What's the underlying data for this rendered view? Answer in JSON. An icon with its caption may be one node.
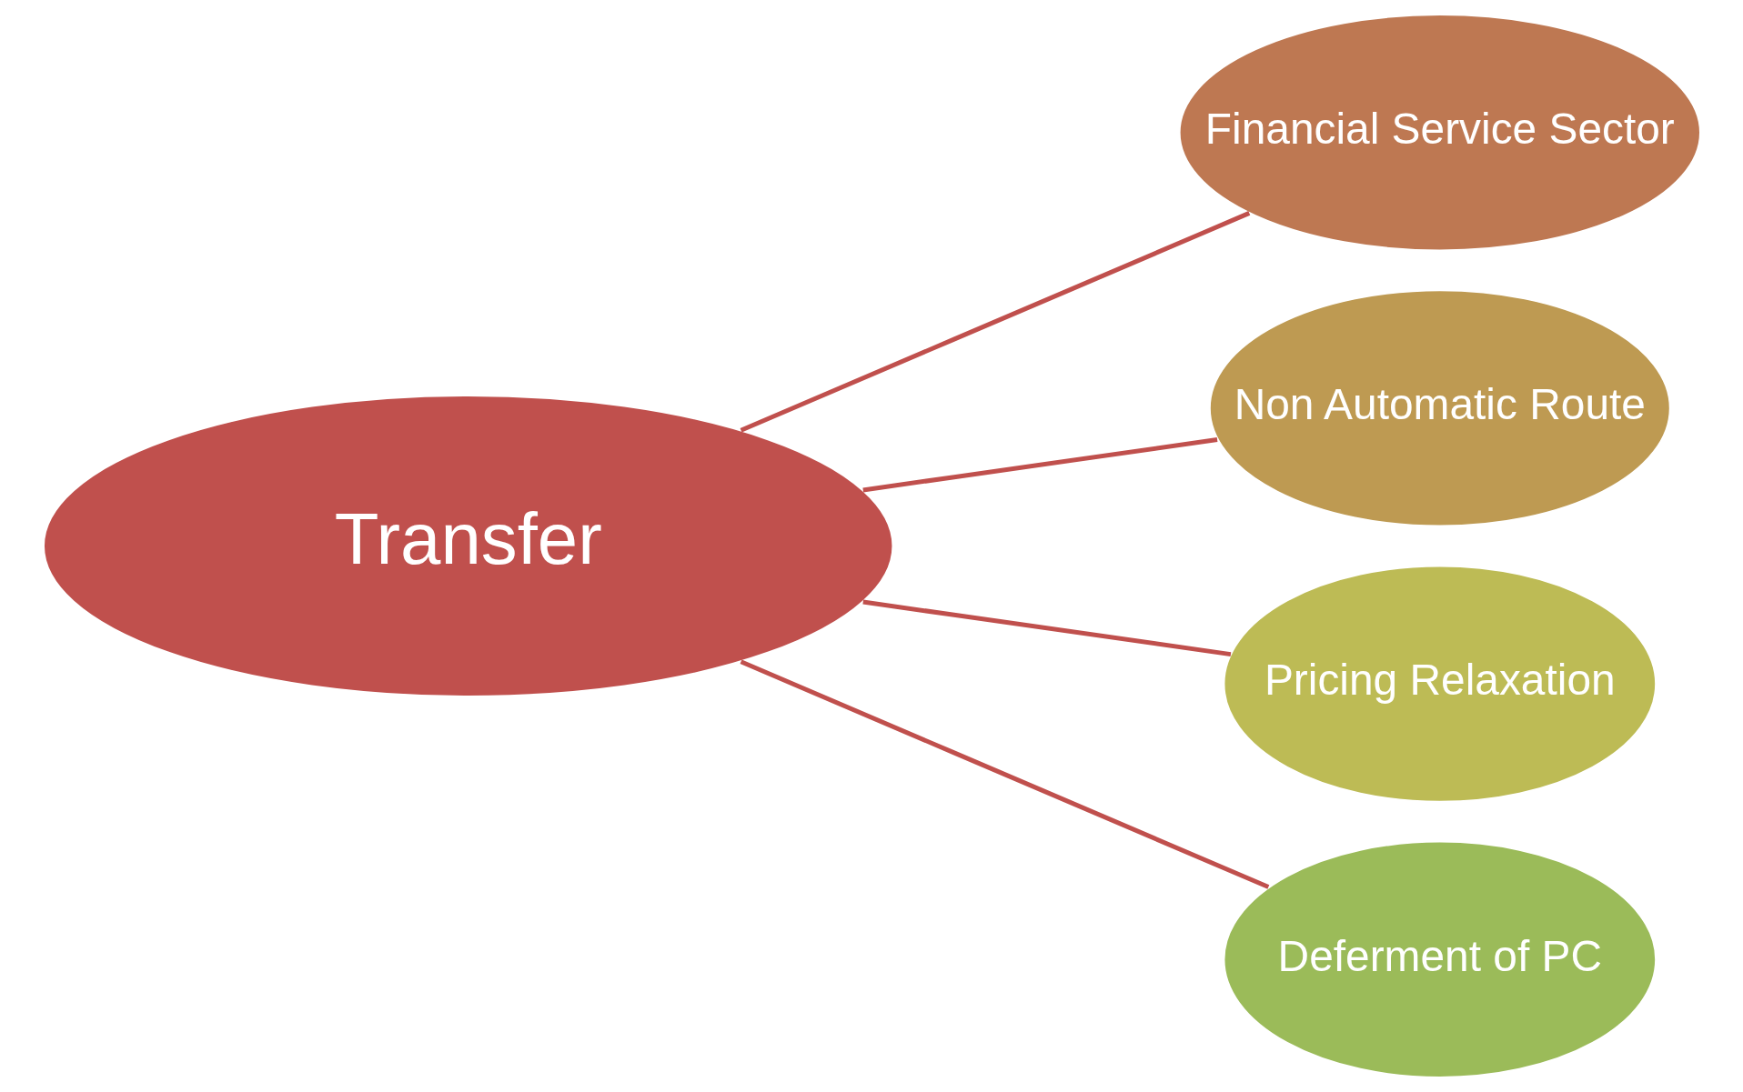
{
  "diagram": {
    "nodes": [
      {
        "text": [
          "Transfer"
        ]
      },
      {
        "text": [
          "Financial Service Sector"
        ]
      },
      {
        "text": [
          "Non Automatic Route"
        ]
      },
      {
        "text": [
          "Pricing Relaxation"
        ]
      },
      {
        "text": [
          "Deferment of PC"
        ]
      }
    ],
    "edges": [
      {
        "from": 0,
        "to": 1,
        "arrow": "none"
      },
      {
        "from": 0,
        "to": 2,
        "arrow": "none"
      },
      {
        "from": 0,
        "to": 3,
        "arrow": "none"
      },
      {
        "from": 0,
        "to": 4,
        "arrow": "none"
      }
    ]
  }
}
